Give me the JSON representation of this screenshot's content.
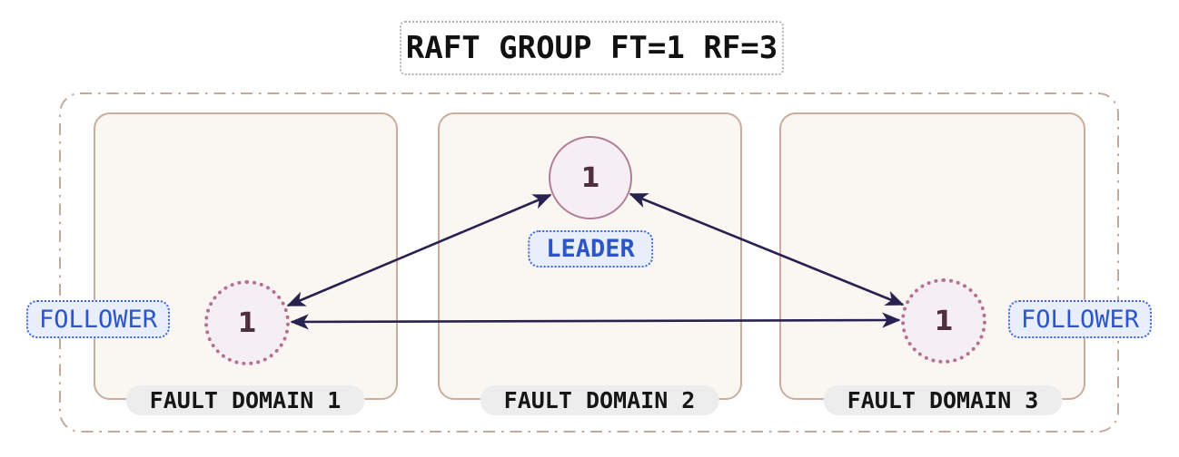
{
  "diagram": {
    "title": "RAFT GROUP FT=1 RF=3",
    "group": {
      "fault_domains": [
        {
          "label": "FAULT DOMAIN 1",
          "node": {
            "value": "1",
            "role": "FOLLOWER"
          }
        },
        {
          "label": "FAULT DOMAIN 2",
          "node": {
            "value": "1",
            "role": "LEADER"
          }
        },
        {
          "label": "FAULT DOMAIN 3",
          "node": {
            "value": "1",
            "role": "FOLLOWER"
          }
        }
      ],
      "connections": [
        {
          "from": "follower-domain-1",
          "to": "leader-domain-2",
          "bidirectional": true
        },
        {
          "from": "follower-domain-3",
          "to": "leader-domain-2",
          "bidirectional": true
        },
        {
          "from": "follower-domain-1",
          "to": "follower-domain-3",
          "bidirectional": true
        }
      ]
    },
    "colors": {
      "arrow": "#27224f",
      "container_border": "#c5a99a",
      "domain_border": "#c9ad9d",
      "domain_fill": "#faf6f2",
      "domain_label_bg": "#ededed",
      "domain_label_text": "#161616",
      "leader_circle_border": "#b17e98",
      "follower_circle_border": "#b4708f",
      "circle_fill": "#f6eef2",
      "node_number": "#4f2f3d",
      "role_text": "#2b55c8",
      "role_border": "#3f66d4",
      "role_fill": "#e8eefc",
      "title_border": "#b3b3b3"
    }
  }
}
